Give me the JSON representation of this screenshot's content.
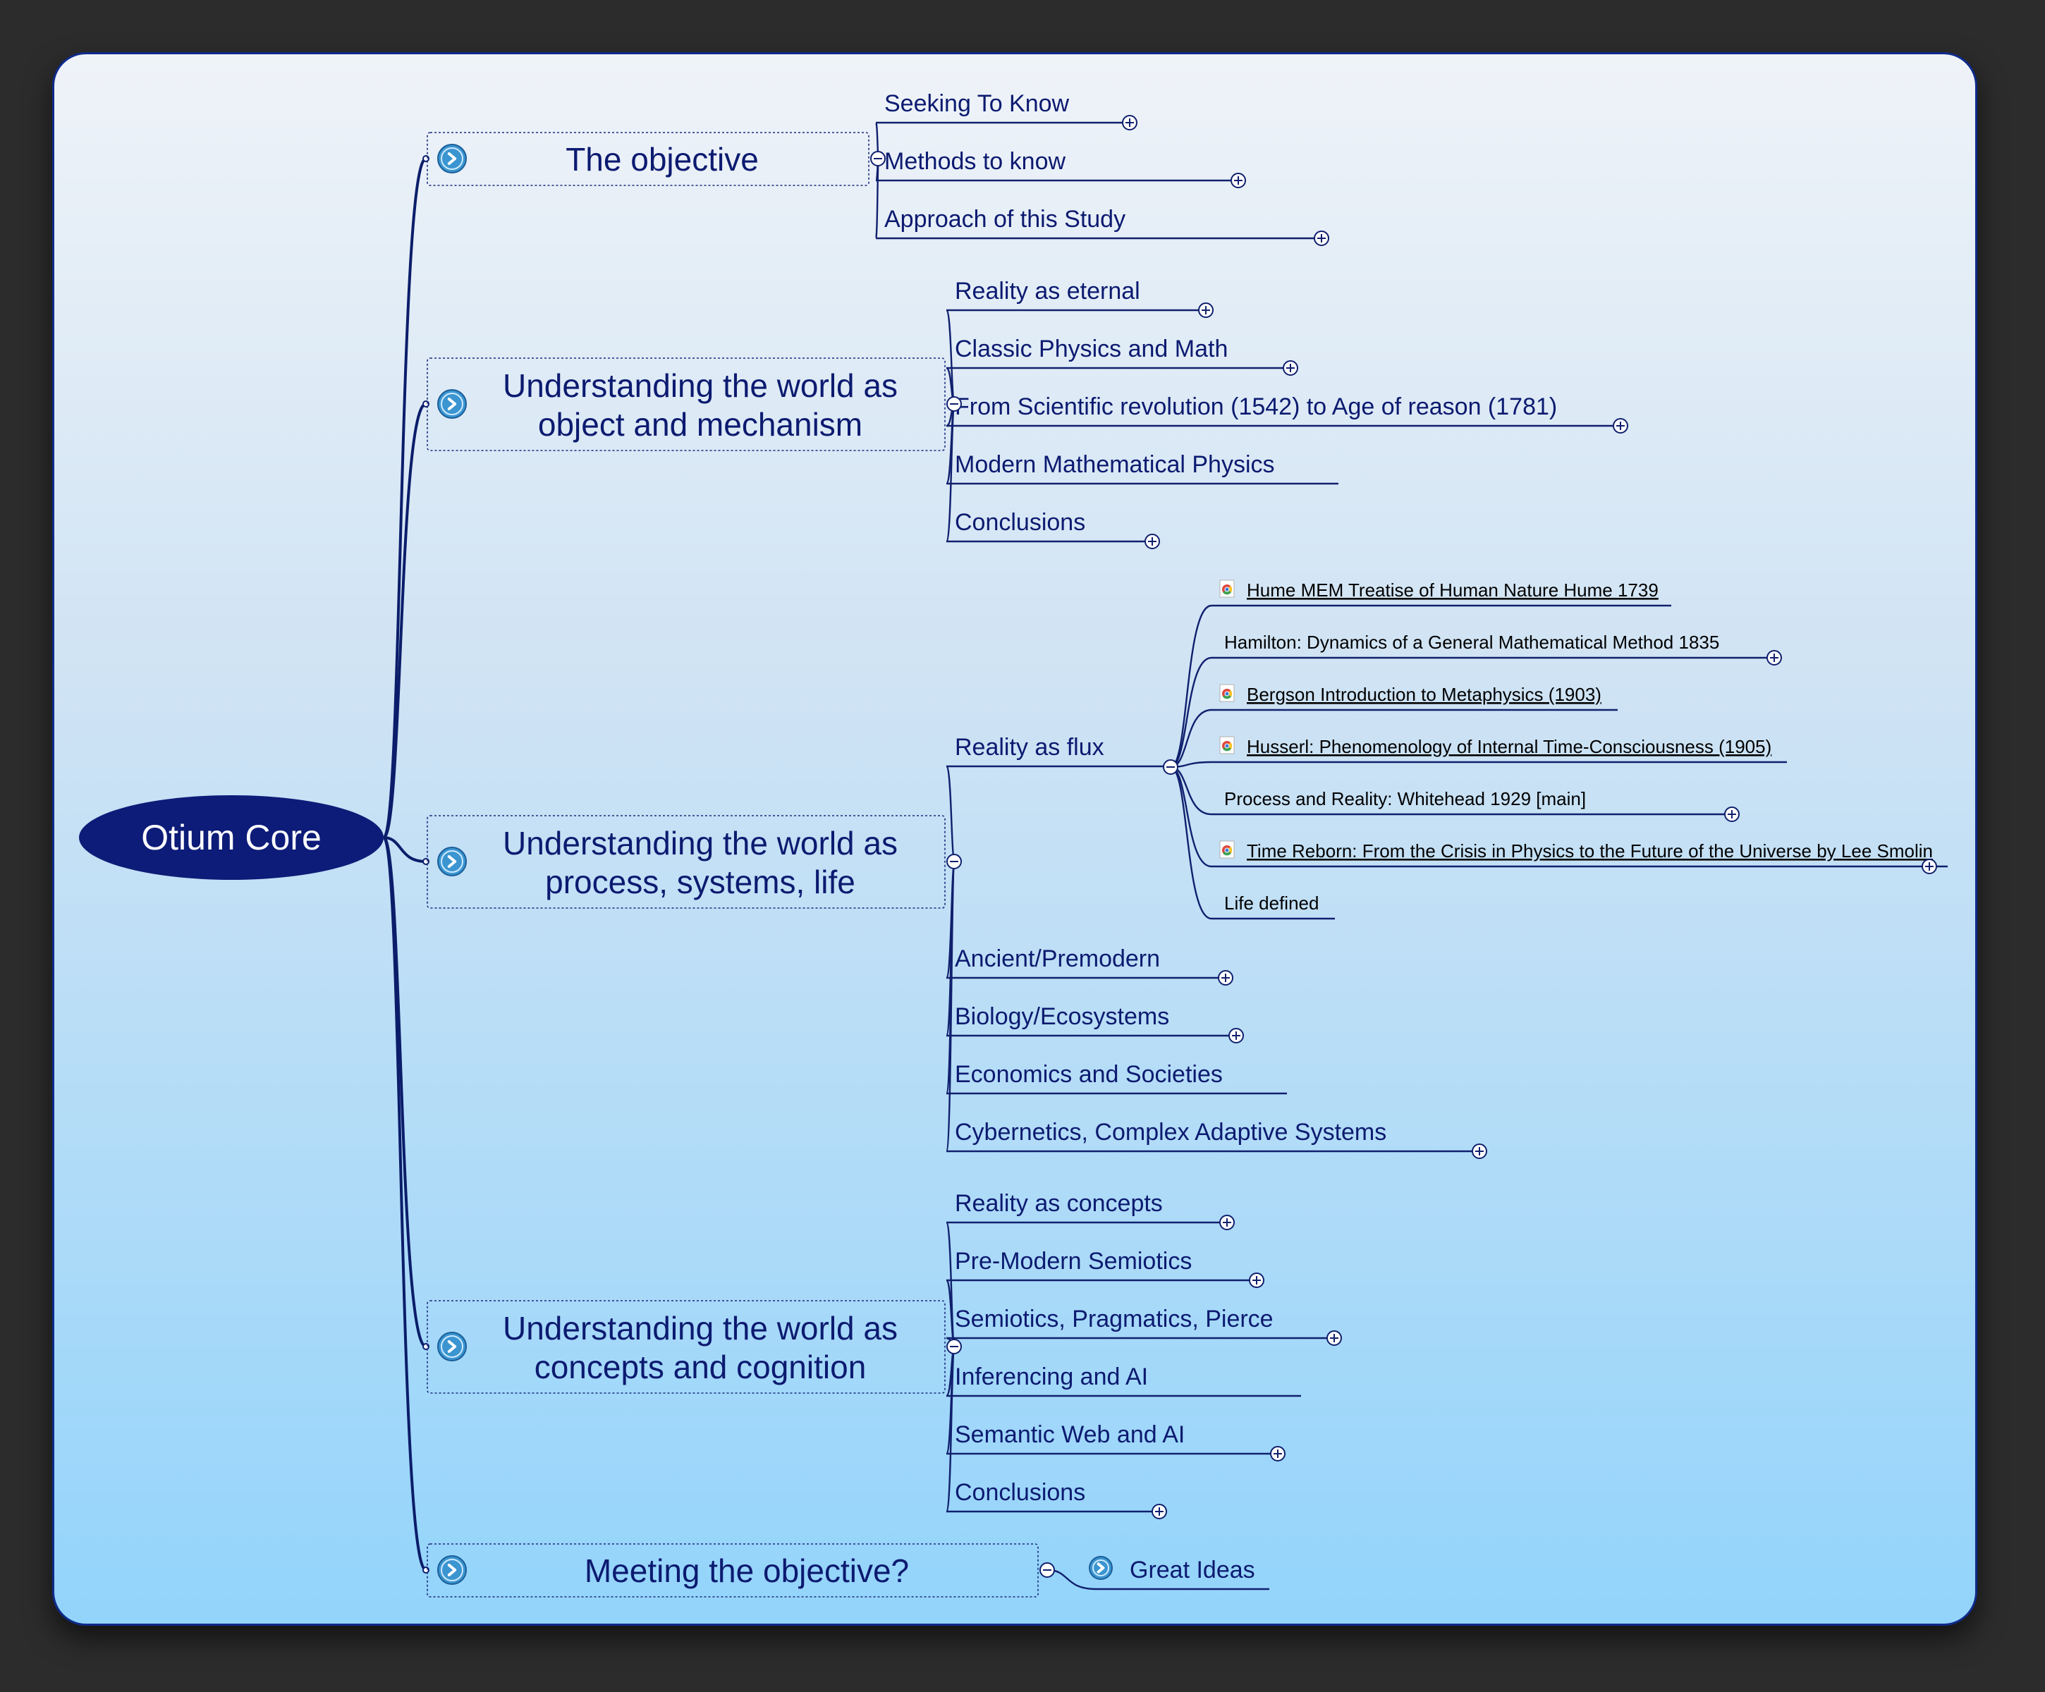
{
  "root": {
    "label": "Otium Core"
  },
  "branches": [
    {
      "label_lines": [
        "The objective"
      ],
      "children": [
        {
          "label": "Seeking To Know"
        },
        {
          "label": "Methods to know"
        },
        {
          "label": "Approach of this Study"
        }
      ]
    },
    {
      "label_lines": [
        "Understanding the world as",
        "object and mechanism"
      ],
      "children": [
        {
          "label": "Reality as eternal"
        },
        {
          "label": "Classic Physics and Math"
        },
        {
          "label": "From Scientific revolution (1542) to Age of reason (1781)"
        },
        {
          "label": "Modern Mathematical Physics"
        },
        {
          "label": "Conclusions"
        }
      ]
    },
    {
      "label_lines": [
        "Understanding the world as",
        "process, systems, life"
      ],
      "children": [
        {
          "label": "Reality as flux"
        },
        {
          "label": "Ancient/Premodern"
        },
        {
          "label": "Biology/Ecosystems"
        },
        {
          "label": "Economics and Societies"
        },
        {
          "label": "Cybernetics, Complex Adaptive Systems"
        }
      ],
      "flux_children": [
        {
          "label": "Hume MEM Treatise of Human Nature Hume 1739",
          "icon": "chrome-icon"
        },
        {
          "label": "Hamilton: Dynamics of a General Mathematical Method 1835"
        },
        {
          "label": "Bergson Introduction to Metaphysics (1903)",
          "icon": "chrome-icon"
        },
        {
          "label": "Husserl: Phenomenology of Internal Time-Consciousness (1905)",
          "icon": "chrome-icon"
        },
        {
          "label": "Process and Reality: Whitehead 1929 [main]"
        },
        {
          "label": "Time Reborn: From the Crisis in Physics to the Future of the Universe by Lee Smolin",
          "icon": "chrome-icon"
        },
        {
          "label": "Life defined"
        }
      ]
    },
    {
      "label_lines": [
        "Understanding the world as",
        "concepts and cognition"
      ],
      "children": [
        {
          "label": "Reality as concepts"
        },
        {
          "label": "Pre-Modern Semiotics"
        },
        {
          "label": "Semiotics, Pragmatics, Pierce"
        },
        {
          "label": "Inferencing and AI"
        },
        {
          "label": "Semantic Web and AI"
        },
        {
          "label": "Conclusions"
        }
      ]
    },
    {
      "label_lines": [
        "Meeting the objective?"
      ],
      "children": [
        {
          "label": "Great Ideas",
          "icon": "chevron-right-circle-icon"
        }
      ]
    }
  ],
  "colors": {
    "root_fill": "#0d1c78",
    "text": "#0c1a70",
    "link_icon": "#4aa3d8"
  }
}
